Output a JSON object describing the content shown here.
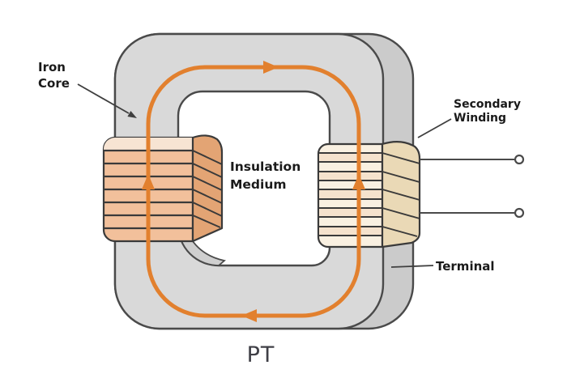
{
  "diagram": {
    "caption": "PT",
    "labels": {
      "iron_core": "Iron Core",
      "secondary_winding": "Secondary Winding",
      "insulation_medium": "Insulation Medium",
      "terminal": "Terminal"
    },
    "colors": {
      "core_front": "#d9d9d9",
      "core_side": "#cbcbcb",
      "core_wall": "#cfcfcf",
      "outline": "#4a4a4a",
      "flux": "#e2802e",
      "primary_winding": "#f2c09b",
      "primary_winding_top": "#f7e4d3",
      "primary_winding_side": "#e3a474",
      "secondary_winding": "#f9f0e1",
      "secondary_winding_alt": "#f5e2cd",
      "secondary_winding_side": "#ead9b6",
      "label_text": "#1a1a1a"
    }
  }
}
